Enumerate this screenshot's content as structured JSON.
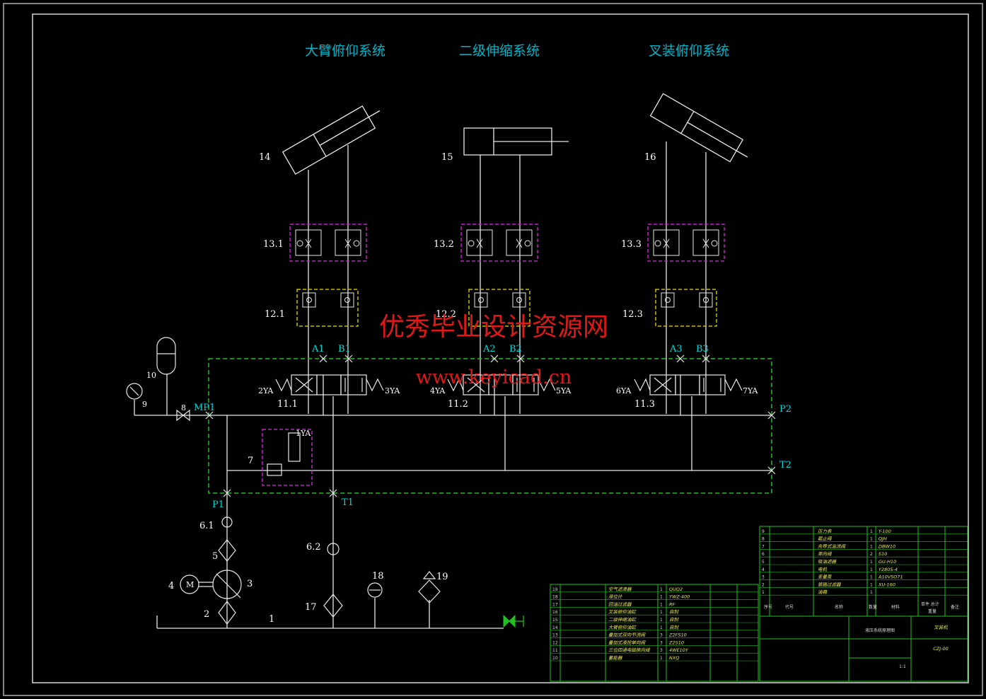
{
  "titles": {
    "boom": "大臂俯仰系统",
    "telescopic": "二级伸缩系统",
    "fork": "叉装俯仰系统"
  },
  "watermark": {
    "line1": "优秀毕业设计资源网",
    "line2": "www.keyicad.cn"
  },
  "labels": {
    "c14": "14",
    "c15": "15",
    "c16": "16",
    "v13_1": "13.1",
    "v13_2": "13.2",
    "v13_3": "13.3",
    "v12_1": "12.1",
    "v12_2": "12.2",
    "v12_3": "12.3",
    "A1": "A1",
    "B1": "B1",
    "A2": "A2",
    "B2": "B2",
    "A3": "A3",
    "B3": "B3",
    "y2": "2YA",
    "y3": "3YA",
    "y4": "4YA",
    "y5": "5YA",
    "y6": "6YA",
    "y7": "7YA",
    "y1": "1YA",
    "v11_1": "11.1",
    "v11_2": "11.2",
    "v11_3": "11.3",
    "n10": "10",
    "n9": "9",
    "n8": "8",
    "MP1": "MP1",
    "P2": "P2",
    "T2": "T2",
    "n7": "7",
    "P1": "P1",
    "T1": "T1",
    "n6_1": "6.1",
    "n5": "5",
    "n4": "4",
    "n3": "3",
    "n2": "2",
    "n1": "1",
    "motor": "M",
    "n6_2": "6.2",
    "n17": "17",
    "n18": "18",
    "n19": "19"
  },
  "title_block": {
    "drawing_name": "叉装机",
    "drawing_no": "CZJ-00",
    "sheet_title": "液压系统原理图",
    "scale": "1:1",
    "upper_rows": [
      {
        "no": "9",
        "name": "压力表",
        "qty": "1",
        "spec": "Y-100"
      },
      {
        "no": "8",
        "name": "截止阀",
        "qty": "1",
        "spec": "QJH"
      },
      {
        "no": "7",
        "name": "先导式溢流阀",
        "qty": "1",
        "spec": "DBW10"
      },
      {
        "no": "6",
        "name": "单向阀",
        "qty": "2",
        "spec": "S10"
      },
      {
        "no": "5",
        "name": "吸油滤器",
        "qty": "1",
        "spec": "GU-H10"
      },
      {
        "no": "4",
        "name": "电机",
        "qty": "1",
        "spec": "Y280S-4"
      },
      {
        "no": "3",
        "name": "变量泵",
        "qty": "1",
        "spec": "A10VSO71"
      },
      {
        "no": "2",
        "name": "管路过滤器",
        "qty": "1",
        "spec": "XU-160"
      },
      {
        "no": "1",
        "name": "油箱",
        "qty": "1",
        "spec": ""
      }
    ],
    "lower_rows": [
      {
        "no": "19",
        "name": "空气滤清器",
        "qty": "1",
        "spec": "QUQ2"
      },
      {
        "no": "18",
        "name": "液位计",
        "qty": "1",
        "spec": "YWZ-400"
      },
      {
        "no": "17",
        "name": "回油过滤器",
        "qty": "1",
        "spec": "RF"
      },
      {
        "no": "16",
        "name": "叉装俯仰油缸",
        "qty": "1",
        "spec": "自制"
      },
      {
        "no": "15",
        "name": "二级伸缩油缸",
        "qty": "1",
        "spec": "自制"
      },
      {
        "no": "14",
        "name": "大臂俯仰油缸",
        "qty": "1",
        "spec": "自制"
      },
      {
        "no": "13",
        "name": "叠加式双向节流阀",
        "qty": "3",
        "spec": "Z2FS10"
      },
      {
        "no": "12",
        "name": "叠加式液控单向阀",
        "qty": "3",
        "spec": "Z2S10"
      },
      {
        "no": "11",
        "name": "三位四通电磁换向阀",
        "qty": "3",
        "spec": "4WE10Y"
      },
      {
        "no": "10",
        "name": "蓄能器",
        "qty": "1",
        "spec": "NXQ"
      }
    ],
    "header": {
      "no": "序号",
      "code": "代号",
      "name": "名称",
      "qty": "数量",
      "mat": "材料",
      "weight": "单件 总计",
      "wt": "重量",
      "note": "备注"
    }
  }
}
